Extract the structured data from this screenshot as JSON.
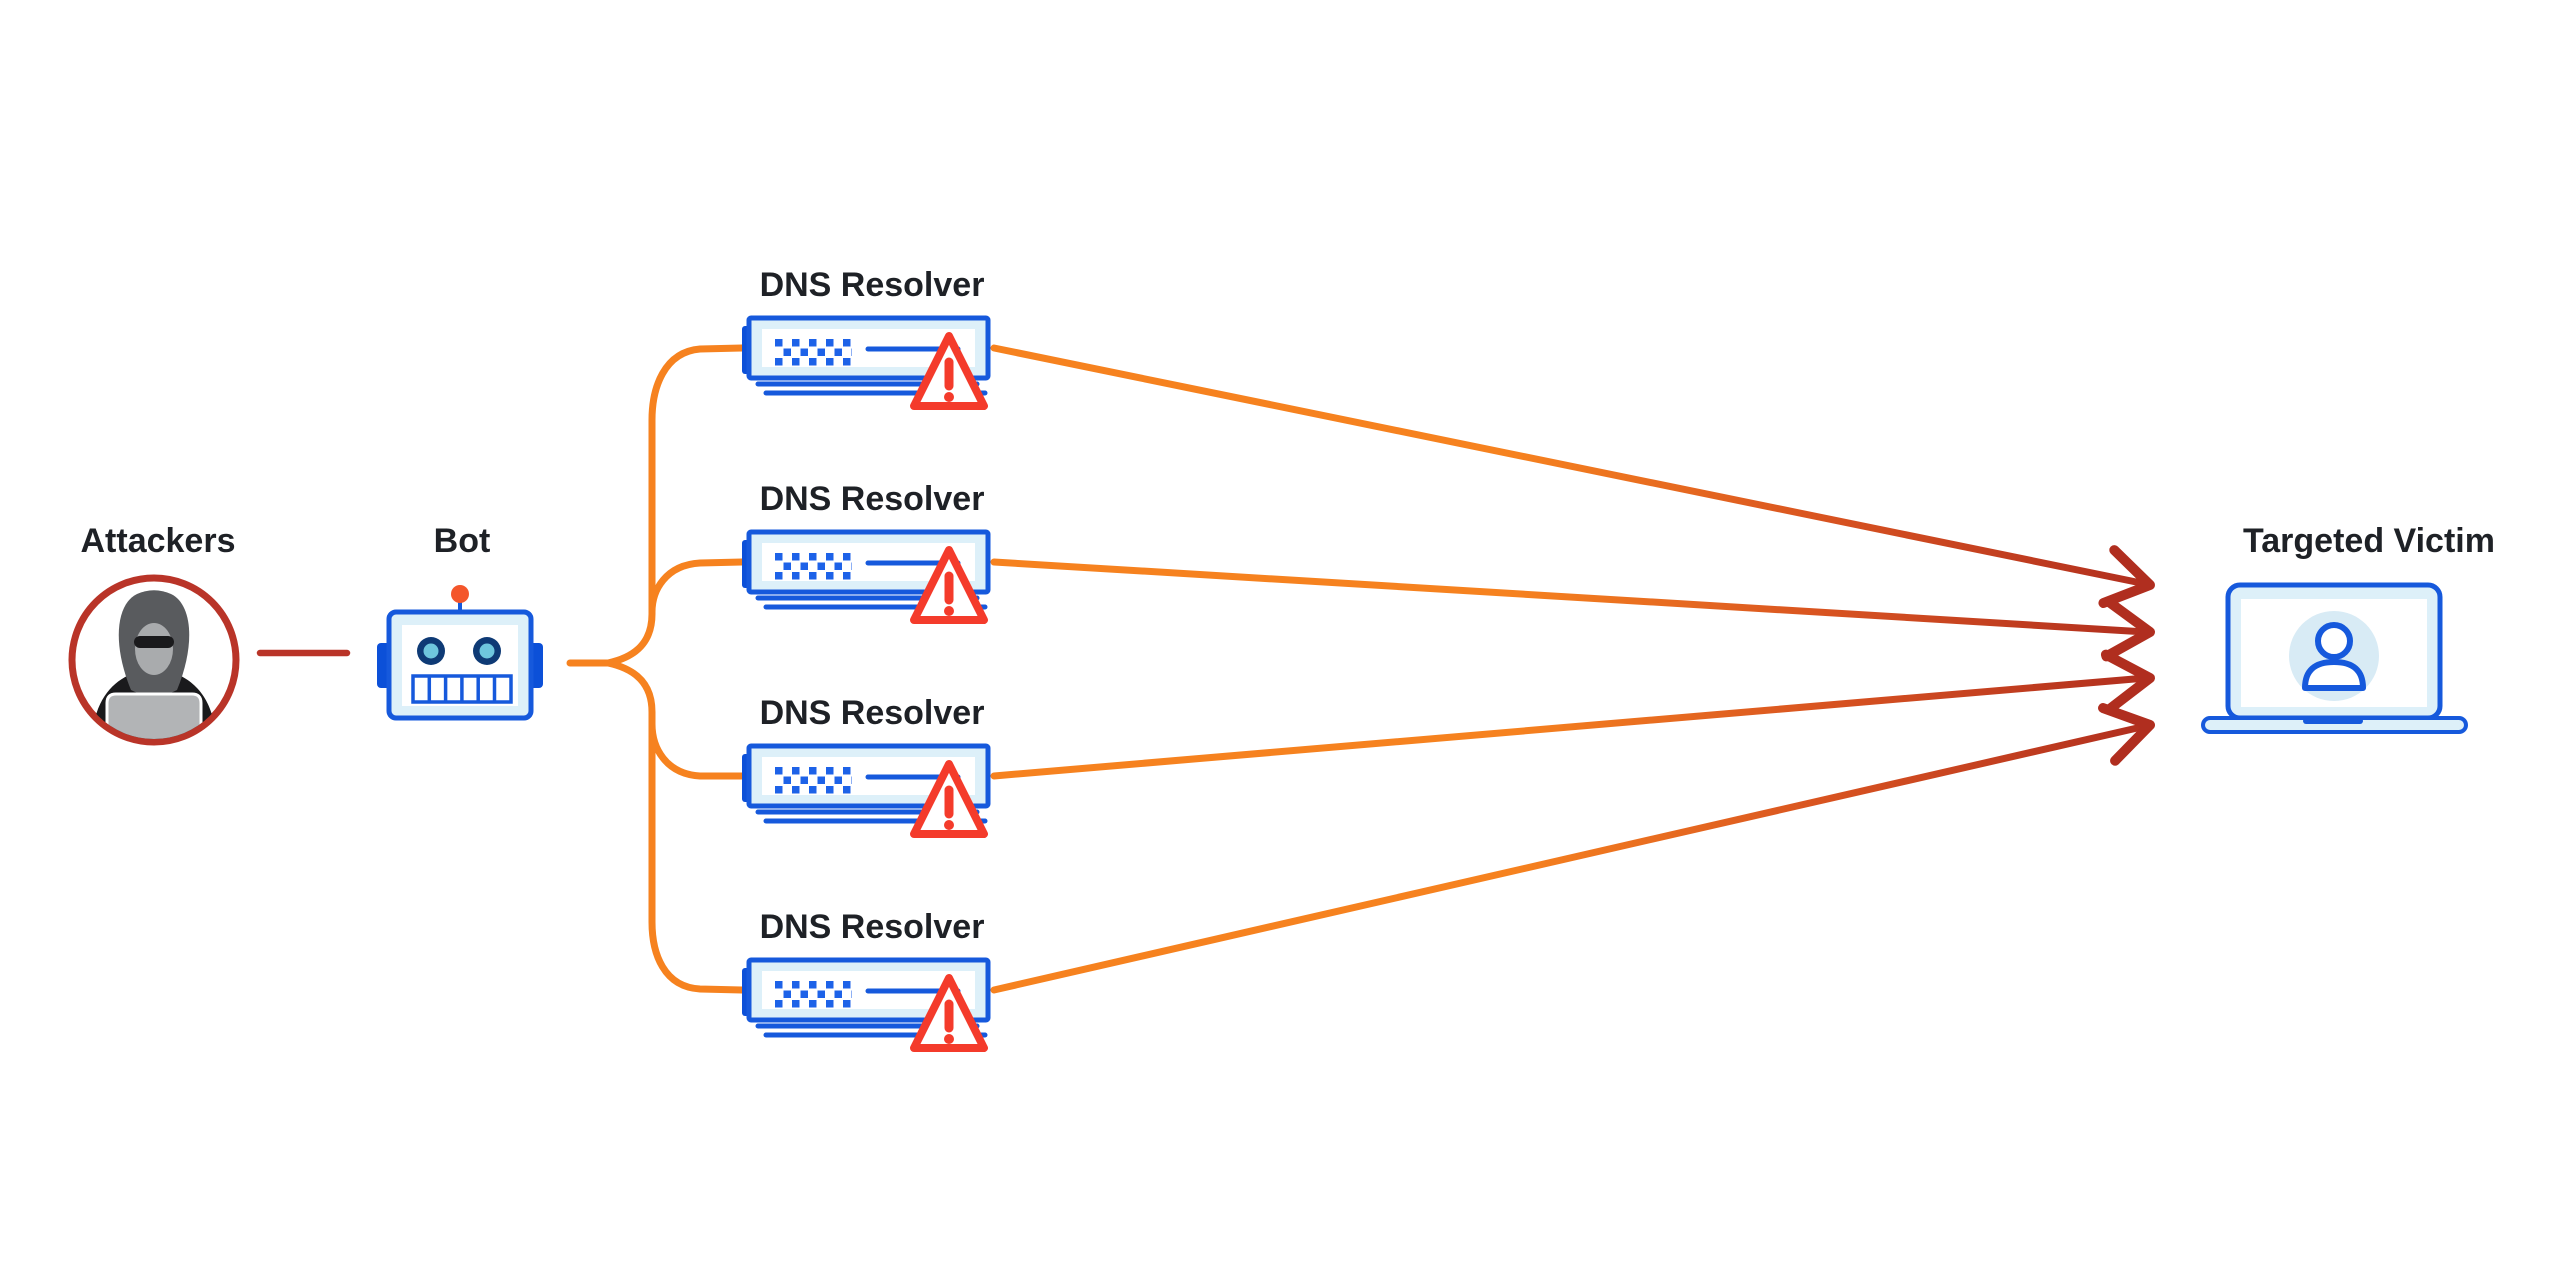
{
  "nodes": {
    "attackers": {
      "label": "Attackers"
    },
    "bot": {
      "label": "Bot"
    },
    "resolvers": [
      {
        "label": "DNS Resolver"
      },
      {
        "label": "DNS Resolver"
      },
      {
        "label": "DNS Resolver"
      },
      {
        "label": "DNS Resolver"
      }
    ],
    "victim": {
      "label": "Targeted Victim"
    }
  },
  "icons": {
    "attackers": "hooded-attacker-in-red-circle",
    "bot": "robot-head",
    "resolver": "server-rack-with-warning-triangle",
    "victim": "laptop-with-user-avatar"
  },
  "colors": {
    "background": "#FFFFFF",
    "text": "#1E2126",
    "orange": "#F6821F",
    "gradient_mid": "#D85320",
    "arrow_red": "#B02E1F",
    "link_red": "#B93428",
    "alert_red": "#F43B2B",
    "blue": "#1659DC",
    "blue_dark": "#0C50D8",
    "blue_mid": "#1D62E8",
    "blue_pale": "#DDF0F9",
    "navy": "#0E3A75",
    "teal": "#6EC6DD",
    "antenna": "#F4562B",
    "avatar_bg": "#D8EBF5",
    "hood_gray": "#595B5E",
    "face_gray": "#A9ABAD",
    "figure_dark": "#1A1A1C",
    "laptop_gray": "#B2B4B6"
  }
}
